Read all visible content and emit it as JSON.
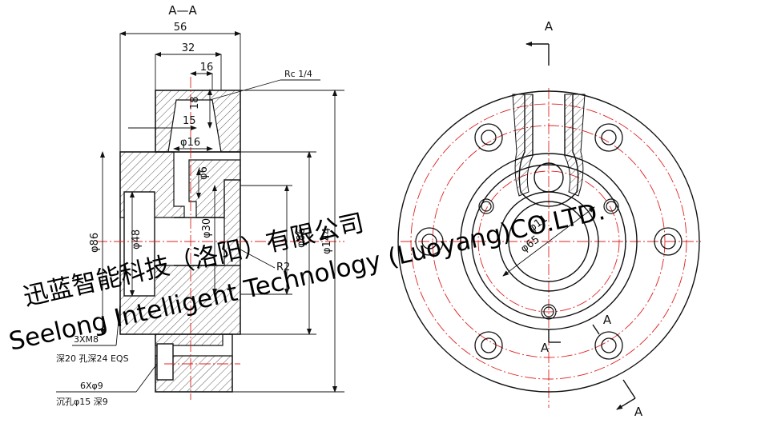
{
  "section_view": {
    "title": "A—A",
    "dims": {
      "w56": "56",
      "w32": "32",
      "w16": "16",
      "rc": "Rc 1/4",
      "d18": "18",
      "d15": "15",
      "phi16": "φ16",
      "phi6": "φ6",
      "phi30": "φ30",
      "phi48": "φ48",
      "phi86": "φ86",
      "phi86b": "φ86",
      "phi144": "φ144",
      "r2": "R2"
    },
    "notes": {
      "m8": "3XM8",
      "m8_depth": "深20 孔深24 EQS",
      "holes": "6Xφ9",
      "holes_cb": "沉孔φ15 深9"
    }
  },
  "front_view": {
    "mark_top": "A",
    "mark_mid_left": "A",
    "mark_mid_right": "A",
    "mark_bottom": "A",
    "dim_phi11": "φ11",
    "dim_phi65": "φ65"
  },
  "watermark": {
    "line1": "迅蓝智能科技（洛阳）有限公司",
    "line2": "Seelong Intelligent Technology (Luoyang)CO.LTD."
  }
}
